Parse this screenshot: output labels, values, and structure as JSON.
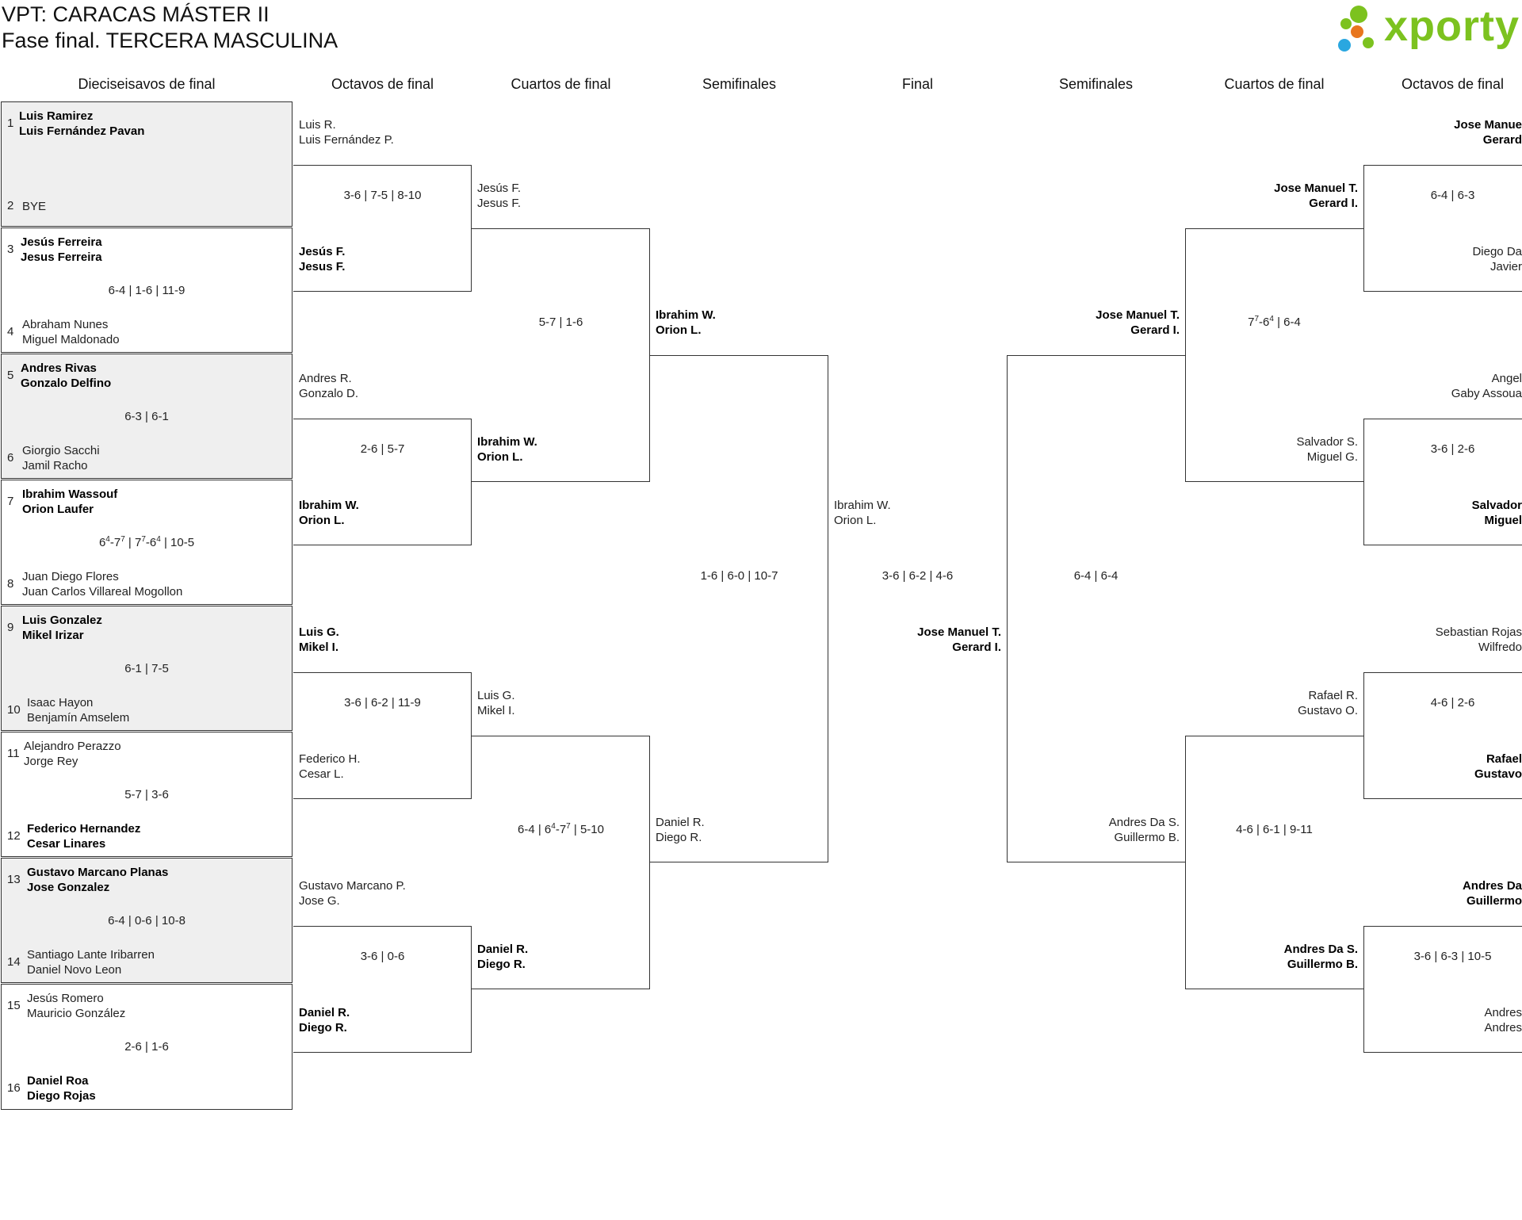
{
  "header": {
    "title": "VPT: CARACAS MÁSTER II",
    "subtitle": "Fase final. TERCERA MASCULINA",
    "logo_text": "xporty",
    "logo_colors": [
      "#7cc21f",
      "#e8761e",
      "#2aa7e0"
    ]
  },
  "rounds": [
    "Dieciseisavos de final",
    "Octavos de final",
    "Cuartos de final",
    "Semifinales",
    "Final",
    "Semifinales",
    "Cuartos de final",
    "Octavos de final"
  ],
  "seeds": [
    {
      "n1": "1",
      "p1a": "Luis Ramirez",
      "p1b": "Luis Fernández Pavan",
      "n2": "2",
      "p2a": "BYE",
      "p2b": "",
      "score": ""
    },
    {
      "n1": "3",
      "p1a": "Jesús Ferreira",
      "p1b": "Jesus Ferreira",
      "n2": "4",
      "p2a": "Abraham Nunes",
      "p2b": "Miguel Maldonado",
      "score": "6-4 | 1-6 | 11-9"
    },
    {
      "n1": "5",
      "p1a": "Andres Rivas",
      "p1b": "Gonzalo Delfino",
      "n2": "6",
      "p2a": "Giorgio Sacchi",
      "p2b": "Jamil Racho",
      "score": "6-3 | 6-1"
    },
    {
      "n1": "7",
      "p1a": "Ibrahim Wassouf",
      "p1b": "Orion Laufer",
      "n2": "8",
      "p2a": "Juan Diego Flores",
      "p2b": "Juan Carlos Villareal Mogollon",
      "score": "6⁴-7⁷ | 7⁷-6⁴ | 10-5"
    },
    {
      "n1": "9",
      "p1a": "Luis Gonzalez",
      "p1b": "Mikel Irizar",
      "n2": "10",
      "p2a": "Isaac Hayon",
      "p2b": "Benjamín Amselem",
      "score": "6-1 | 7-5"
    },
    {
      "n1": "11",
      "p1a": "Alejandro Perazzo",
      "p1b": "Jorge Rey",
      "n2": "12",
      "p2a": "Federico Hernandez",
      "p2b": "Cesar Linares",
      "score": "5-7 | 3-6"
    },
    {
      "n1": "13",
      "p1a": "Gustavo Marcano Planas",
      "p1b": "Jose Gonzalez",
      "n2": "14",
      "p2a": "Santiago Lante Iribarren",
      "p2b": "Daniel Novo Leon",
      "score": "6-4 | 0-6 | 10-8"
    },
    {
      "n1": "15",
      "p1a": "Jesús Romero",
      "p1b": "Mauricio González",
      "n2": "16",
      "p2a": "Daniel Roa",
      "p2b": "Diego Rojas",
      "score": "2-6 | 1-6"
    }
  ],
  "left_r16": [
    {
      "a1": "Luis R.",
      "a2": "Luis Fernández P.",
      "b1": "Jesús F.",
      "b2": "Jesus F.",
      "score": "3-6 | 7-5 | 8-10"
    },
    {
      "a1": "Andres R.",
      "a2": "Gonzalo D.",
      "b1": "Ibrahim W.",
      "b2": "Orion L.",
      "score": "2-6 | 5-7"
    },
    {
      "a1": "Luis G.",
      "a2": "Mikel I.",
      "b1": "Federico H.",
      "b2": "Cesar L.",
      "score": "3-6 | 6-2 | 11-9"
    },
    {
      "a1": "Gustavo Marcano P.",
      "a2": "Jose G.",
      "b1": "Daniel R.",
      "b2": "Diego R.",
      "score": "3-6 | 0-6"
    }
  ],
  "left_qf": [
    {
      "a1": "Jesús F.",
      "a2": "Jesus F.",
      "b1": "Ibrahim W.",
      "b2": "Orion L.",
      "score": "5-7 | 1-6"
    },
    {
      "a1": "Luis G.",
      "a2": "Mikel I.",
      "b1": "Daniel R.",
      "b2": "Diego R.",
      "score": "6-4 | 6⁴-7⁷ | 5-10"
    }
  ],
  "left_sf": {
    "a1": "Ibrahim W.",
    "a2": "Orion L.",
    "b1": "Daniel R.",
    "b2": "Diego R.",
    "score": "1-6 | 6-0 | 10-7"
  },
  "final": {
    "a1": "Ibrahim W.",
    "a2": "Orion L.",
    "b1": "Jose Manuel T.",
    "b2": "Gerard I.",
    "score": "3-6 | 6-2 | 4-6"
  },
  "right_sf": {
    "a1": "Jose Manuel T.",
    "a2": "Gerard I.",
    "b1": "Andres Da S.",
    "b2": "Guillermo B.",
    "score": "6-4 | 6-4"
  },
  "right_qf": [
    {
      "a1": "Jose Manuel T.",
      "a2": "Gerard I.",
      "b1": "Salvador S.",
      "b2": "Miguel G.",
      "score": "7⁷-6⁴ | 6-4"
    },
    {
      "a1": "Rafael R.",
      "a2": "Gustavo O.",
      "b1": "Andres Da S.",
      "b2": "Guillermo B.",
      "score": "4-6 | 6-1 | 9-11"
    }
  ],
  "right_r16": [
    {
      "a1": "Jose Manue",
      "a2": "Gerard",
      "b1": "Diego Da",
      "b2": "Javier",
      "score": "6-4 | 6-3"
    },
    {
      "a1": "Angel",
      "a2": "Gaby Assoua",
      "b1": "Salvador",
      "b2": "Miguel",
      "score": "3-6 | 2-6"
    },
    {
      "a1": "Sebastian Rojas",
      "a2": "Wilfredo",
      "b1": "Rafael",
      "b2": "Gustavo",
      "score": "4-6 | 2-6"
    },
    {
      "a1": "Andres Da",
      "a2": "Guillermo",
      "b1": "Andres",
      "b2": "Andres",
      "score": "3-6 | 6-3 | 10-5"
    }
  ]
}
